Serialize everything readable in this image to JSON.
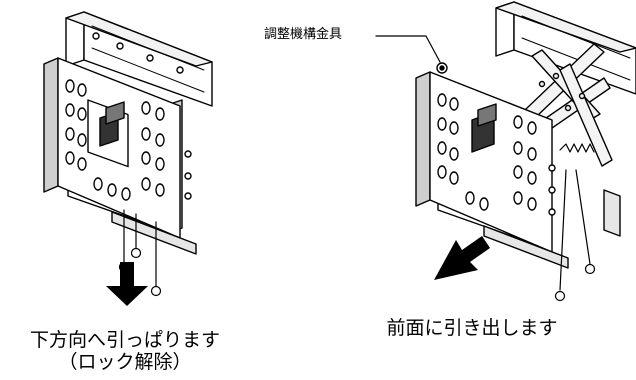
{
  "callout": {
    "label": "調整機構金具"
  },
  "left_caption": {
    "line1": "下方向へ引っぱります",
    "line2": "（ロック解除）"
  },
  "right_caption": {
    "text": "前面に引き出します"
  }
}
